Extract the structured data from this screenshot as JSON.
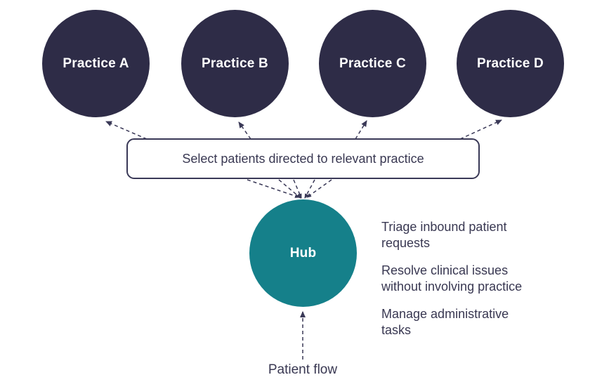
{
  "diagram": {
    "practices": [
      {
        "label": "Practice A"
      },
      {
        "label": "Practice B"
      },
      {
        "label": "Practice C"
      },
      {
        "label": "Practice D"
      }
    ],
    "selector_box": {
      "label": "Select patients directed to relevant practice"
    },
    "hub": {
      "label": "Hub"
    },
    "hub_functions": [
      "Triage inbound patient requests",
      "Resolve clinical issues without involving practice",
      "Manage administrative tasks"
    ],
    "flow_label": "Patient flow",
    "colors": {
      "practice_node": "#2E2C47",
      "hub_node": "#15808A",
      "text": "#393852",
      "arrow": "#3A3957",
      "background": "#FFFFFF"
    }
  }
}
